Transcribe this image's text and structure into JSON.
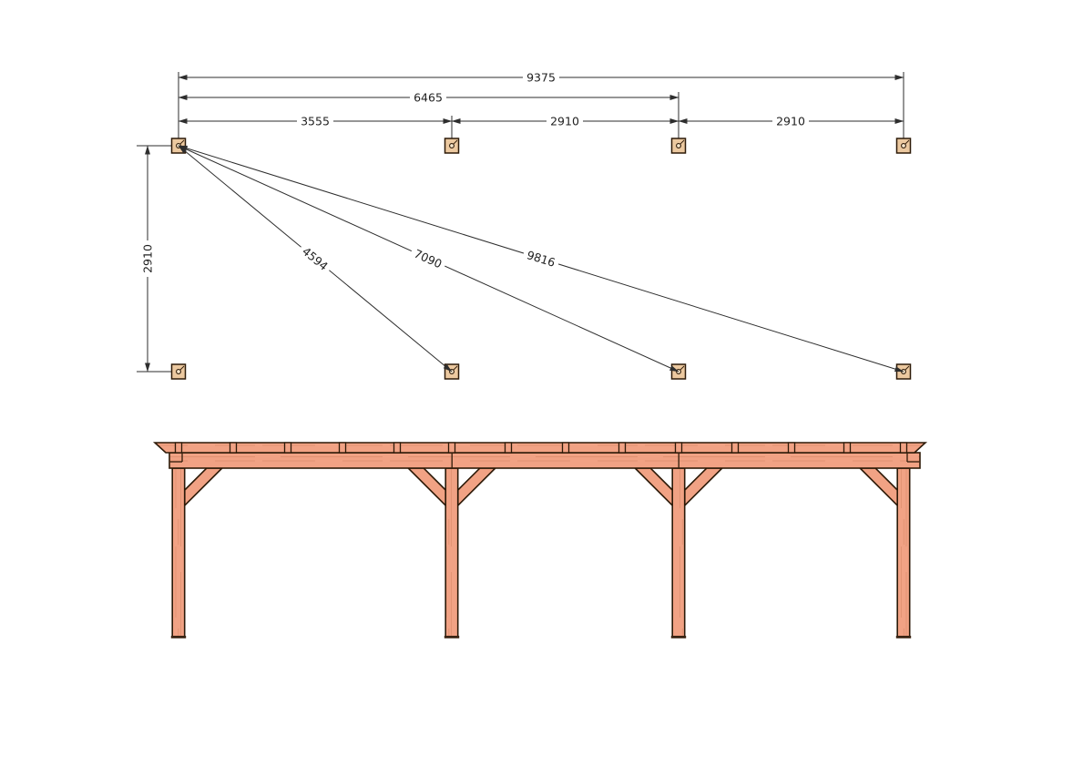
{
  "drawing": {
    "plan": {
      "dimensions": {
        "overall": "9375",
        "front_span": "6465",
        "bay_1": "3555",
        "bay_2": "2910",
        "bay_3": "2910",
        "depth": "2910"
      },
      "diagonals": {
        "to_post_2": "4594",
        "to_post_3": "7090",
        "to_post_4": "9816"
      }
    },
    "colors": {
      "wood": "#f1a284",
      "wood_grain": "#d1815f",
      "plan_post_fill": "#ecc9a0",
      "outline": "#2d1a08",
      "dimension_line": "#2e2e2e",
      "background": "#ffffff"
    }
  }
}
